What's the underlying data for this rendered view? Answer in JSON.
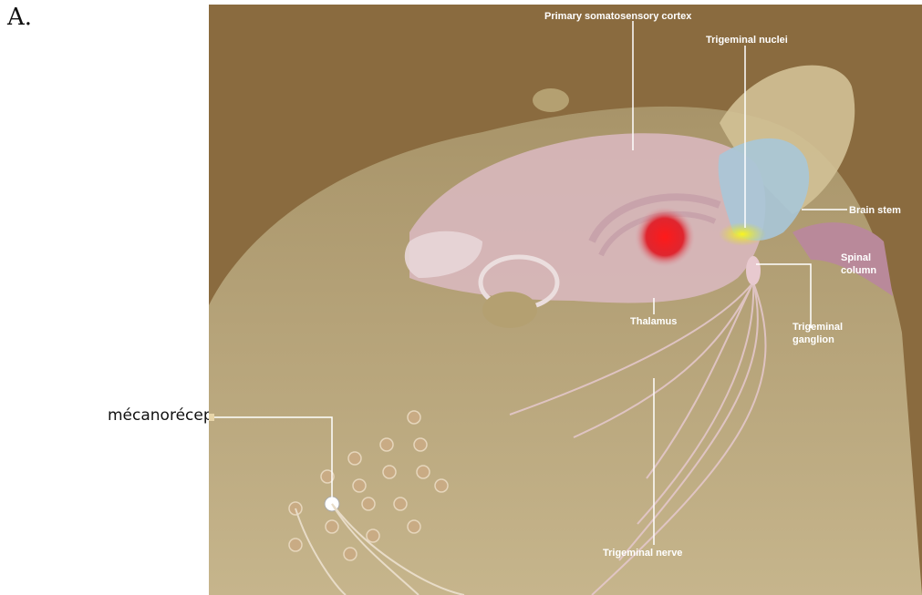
{
  "panel_letter": "A.",
  "side_label": "mécanorécepteurs",
  "labels": {
    "primary_cortex": "Primary somatosensory cortex",
    "trigeminal_nuclei": "Trigeminal nuclei",
    "brain_stem": "Brain stem",
    "spinal_column_1": "Spinal",
    "spinal_column_2": "column",
    "thalamus": "Thalamus",
    "trigeminal_ganglion_1": "Trigeminal",
    "trigeminal_ganglion_2": "ganglion",
    "trigeminal_nerve": "Trigeminal nerve"
  },
  "colors": {
    "background": "#8a6b3f",
    "head": "#b9a77c",
    "brain": "#d9b8bf",
    "thalamus": "#ee1c24",
    "nuclei": "#f2ef1a",
    "brainstem": "#a9c6d8"
  }
}
